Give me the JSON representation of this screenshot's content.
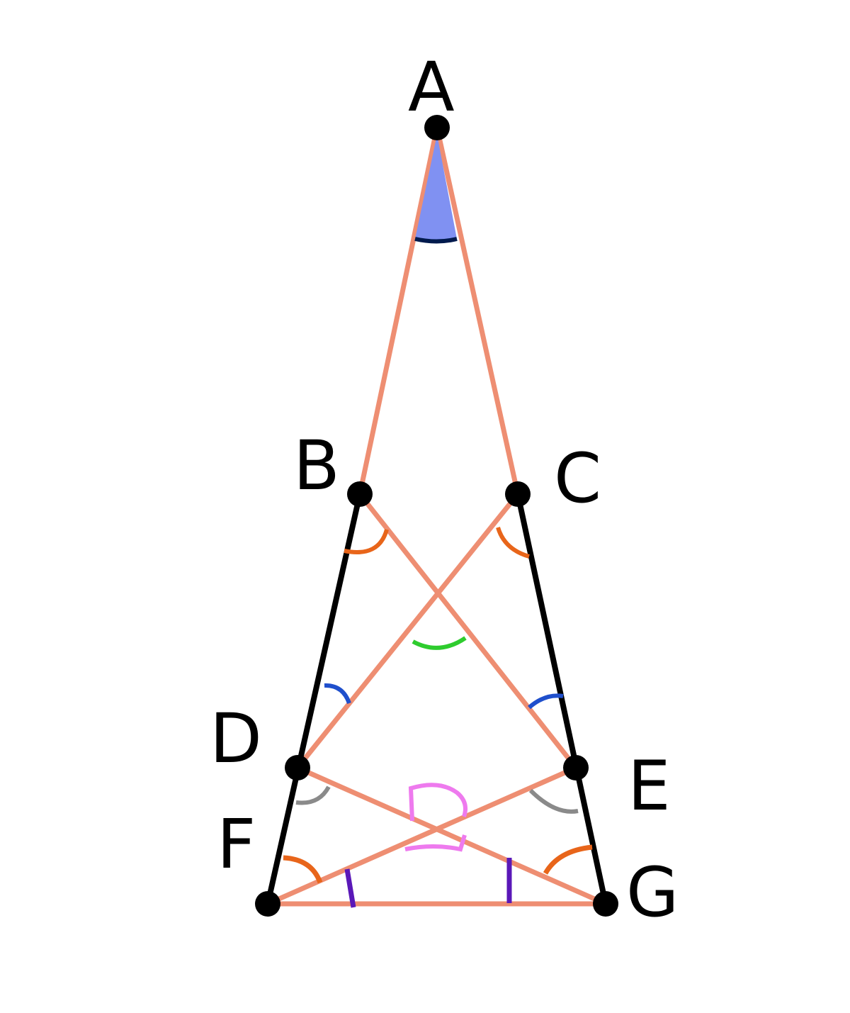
{
  "points": {
    "A": {
      "label": "A"
    },
    "B": {
      "label": "B"
    },
    "C": {
      "label": "C"
    },
    "D": {
      "label": "D"
    },
    "E": {
      "label": "E"
    },
    "F": {
      "label": "F"
    },
    "G": {
      "label": "G"
    }
  },
  "colors": {
    "triangle_line": "#ee8e72",
    "side_line": "#000000",
    "apex_fill": "#8091f2",
    "apex_arc": "#001a4d",
    "orange_arc": "#e8651a",
    "green_arc": "#2ecc2e",
    "blue_arc": "#1f4fcc",
    "gray_arc": "#8a8a8a",
    "pink_arc": "#ee7aee",
    "purple_tick": "#5a18b8"
  }
}
